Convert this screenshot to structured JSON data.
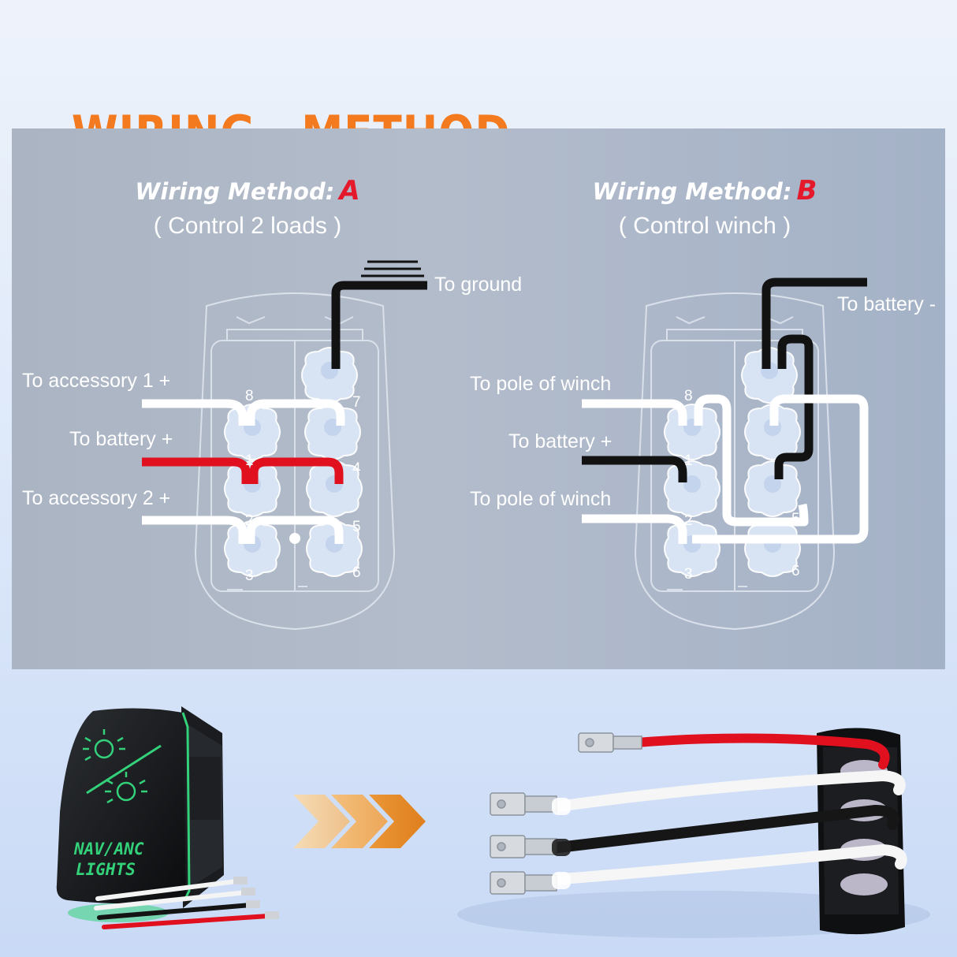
{
  "heading": {
    "text": "WIRING   METHOD",
    "color": "#f47a1f"
  },
  "colors": {
    "accent_red": "#e4192b",
    "wire_red": "#e0101e",
    "wire_black": "#121212",
    "wire_white": "#ffffff",
    "panel": "#aeb8c7",
    "led_green": "#33d17a",
    "chevron_orange": "#e7922e"
  },
  "method_a": {
    "title": "Wiring Method:",
    "letter": "A",
    "subtitle": "( Control 2 loads )",
    "labels": {
      "ground": "To ground",
      "accessory1": "To accessory 1 +",
      "battery": "To battery +",
      "accessory2": "To accessory 2 +"
    },
    "pins": [
      "1",
      "2",
      "3",
      "4",
      "5",
      "6",
      "7",
      "8"
    ]
  },
  "method_b": {
    "title": "Wiring Method:",
    "letter": "B",
    "subtitle": "( Control winch )",
    "labels": {
      "battery_neg": "To battery -",
      "winch_pole_1": "To pole of winch",
      "battery_pos": "To battery +",
      "winch_pole_2": "To pole of winch"
    },
    "pins": [
      "1",
      "2",
      "3",
      "5",
      "6",
      "8"
    ]
  },
  "product": {
    "icons": [
      "headlight-icon",
      "headlight-icon"
    ],
    "legend_line1": "NAV/ANC",
    "legend_line2": "LIGHTS"
  }
}
